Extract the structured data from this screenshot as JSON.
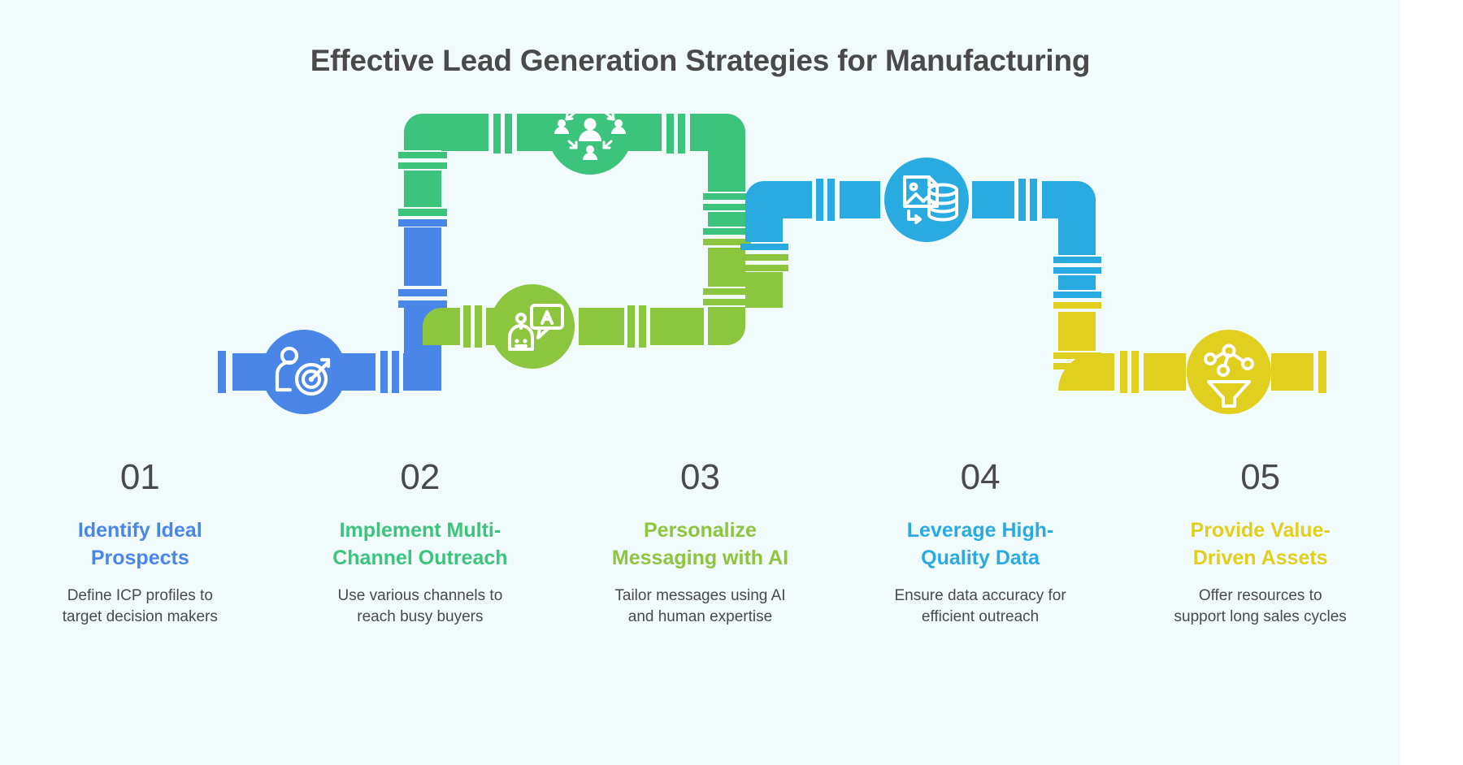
{
  "title": "Effective Lead Generation Strategies for Manufacturing",
  "background_color": "#f2fbfc",
  "title_color": "#4a4a4a",
  "description_color": "#4a4a4a",
  "steps": [
    {
      "number": "01",
      "title": "Identify Ideal Prospects",
      "description": "Define ICP profiles to target decision makers",
      "color": "#4a86e8",
      "icon": "person-target-icon"
    },
    {
      "number": "02",
      "title": "Implement Multi-Channel Outreach",
      "description": "Use various channels to reach busy buyers",
      "color": "#3cc47c",
      "icon": "people-network-icon"
    },
    {
      "number": "03",
      "title": "Personalize Messaging with AI",
      "description": "Tailor messages using AI and human expertise",
      "color": "#8cc63e",
      "icon": "robot-chat-icon"
    },
    {
      "number": "04",
      "title": "Leverage High-Quality Data",
      "description": "Ensure data accuracy for efficient outreach",
      "color": "#29abe2",
      "icon": "data-document-database-icon"
    },
    {
      "number": "05",
      "title": "Provide Value-Driven Assets",
      "description": "Offer resources to support long sales cycles",
      "color": "#e0cf1e",
      "icon": "network-funnel-icon"
    }
  ],
  "pipeline": {
    "type": "pipe-diagram",
    "segment_colors": [
      "#4a86e8",
      "#3cc47c",
      "#8cc63e",
      "#29abe2",
      "#e0cf1e"
    ],
    "node_count": 5
  }
}
